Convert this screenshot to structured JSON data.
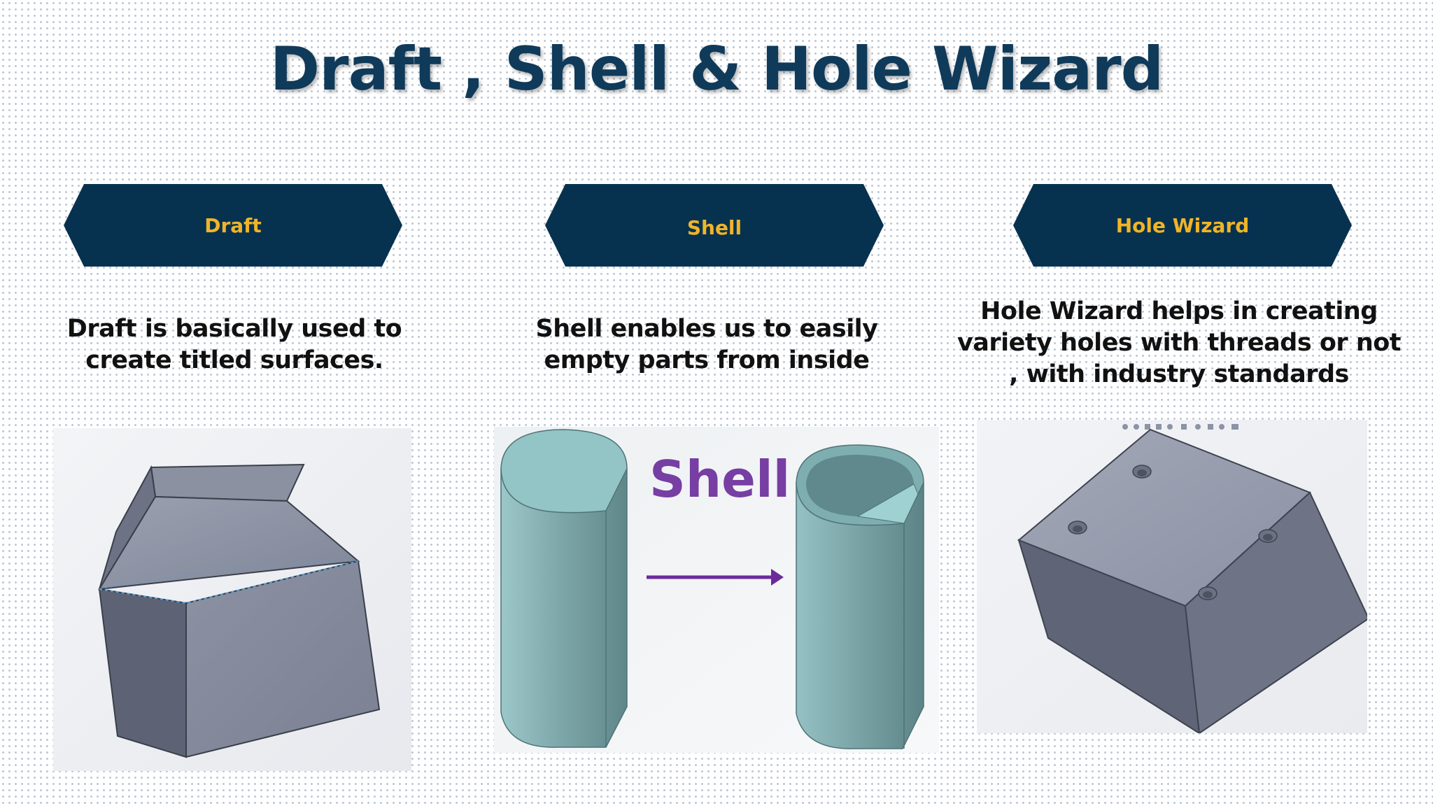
{
  "title": "Draft , Shell & Hole Wizard",
  "sections": [
    {
      "tag": "Draft",
      "description": [
        "Draft is basically used to",
        "create titled surfaces."
      ]
    },
    {
      "tag": "Shell",
      "description": [
        "Shell enables us to easily",
        "empty parts from inside"
      ],
      "image_label": "Shell"
    },
    {
      "tag": "Hole Wizard",
      "description": [
        "Hole Wizard helps in creating",
        "variety holes with threads or not",
        ", with industry standards"
      ]
    }
  ],
  "colors": {
    "title": "#0f3a5a",
    "tag_fill": "#07324f",
    "tag_text": "#f0b429",
    "model_gray": "#7f8595",
    "model_teal": "#8fbcc0",
    "arrow": "#6a2b9b"
  }
}
